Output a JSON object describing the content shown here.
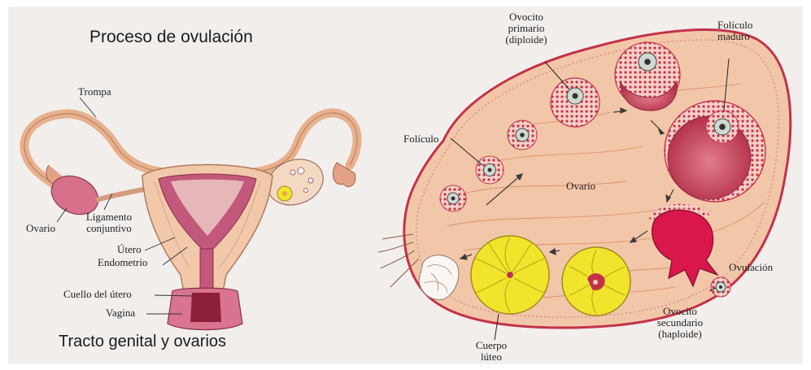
{
  "titles": {
    "main": "Proceso de ovulación",
    "bottom": "Tracto genital y ovarios"
  },
  "labels": {
    "trompa": "Trompa",
    "ovario_left": "Ovario",
    "ligamento_1": "Ligamento",
    "ligamento_2": "conjuntivo",
    "utero": "Útero",
    "endometrio": "Endometrio",
    "cuello": "Cuello del útero",
    "vagina": "Vagina",
    "ovocito_primario_1": "Ovocito",
    "ovocito_primario_2": "primario",
    "ovocito_primario_3": "(diploide)",
    "foliculo": "Folículo",
    "foliculo_maduro_1": "Folículo",
    "foliculo_maduro_2": "maduro",
    "ovario_right": "Ovario",
    "ovulacion": "Ovulación",
    "ovocito_secundario_1": "Ovocito",
    "ovocito_secundario_2": "secundario",
    "ovocito_secundario_3": "(haploide)",
    "cuerpo_luteo_1": "Cuerpo",
    "cuerpo_luteo_2": "lúteo"
  },
  "colors": {
    "background": "#f1eeec",
    "tissue": "#f2c6a8",
    "uterus_lining": "#c2587a",
    "follicle_red": "#c23349",
    "corpus_luteum": "#f1e42b",
    "ruptured_follicle": "#d9174a"
  }
}
